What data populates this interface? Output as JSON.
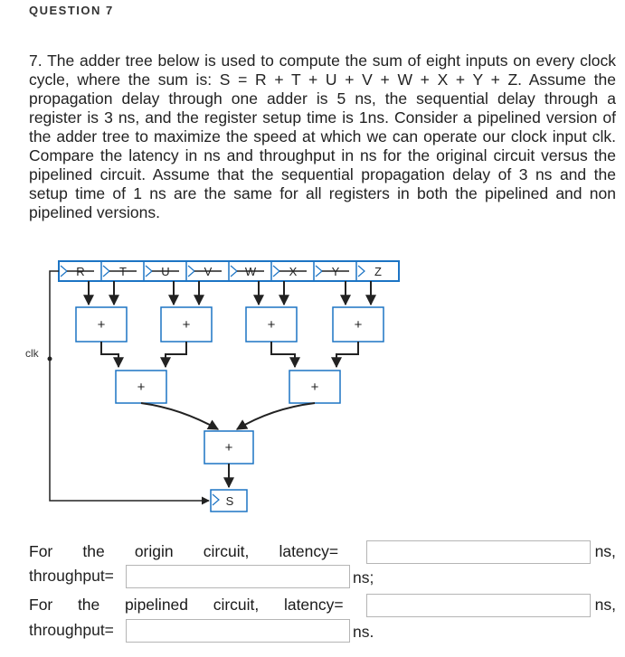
{
  "header": {
    "title": "QUESTION 7"
  },
  "question": {
    "text": "7. The adder tree below is used to compute the sum of eight inputs on every clock cycle, where the sum is: S = R + T + U + V + W + X + Y + Z. Assume the propagation delay through one adder is 5 ns, the sequential delay through a register is 3 ns, and the register setup time is 1ns. Consider a pipelined version of the adder tree to maximize the speed at which we can operate our clock input clk. Compare the latency in ns and throughput in ns for the original circuit versus the pipelined circuit. Assume that the sequential propagation delay of 3 ns and the setup time of 1 ns are the same for all registers in both the pipelined and non pipelined versions."
  },
  "diagram": {
    "inputs": [
      "R",
      "T",
      "U",
      "V",
      "W",
      "X",
      "Y",
      "Z"
    ],
    "adder_symbol": "+",
    "clk_label": "clk",
    "output_label": "S"
  },
  "answers": {
    "original": {
      "lead_words": [
        "For",
        "the",
        "origin",
        "circuit,"
      ],
      "latency_label": "latency=",
      "latency_value": "",
      "latency_suffix": "ns,",
      "throughput_label": "throughput=",
      "throughput_value": "",
      "throughput_suffix": "ns;"
    },
    "pipelined": {
      "lead_words": [
        "For",
        "the",
        "pipelined",
        "circuit,"
      ],
      "latency_label": "latency=",
      "latency_value": "",
      "latency_suffix": "ns,",
      "throughput_label": "throughput=",
      "throughput_value": "",
      "throughput_suffix": "ns."
    }
  }
}
